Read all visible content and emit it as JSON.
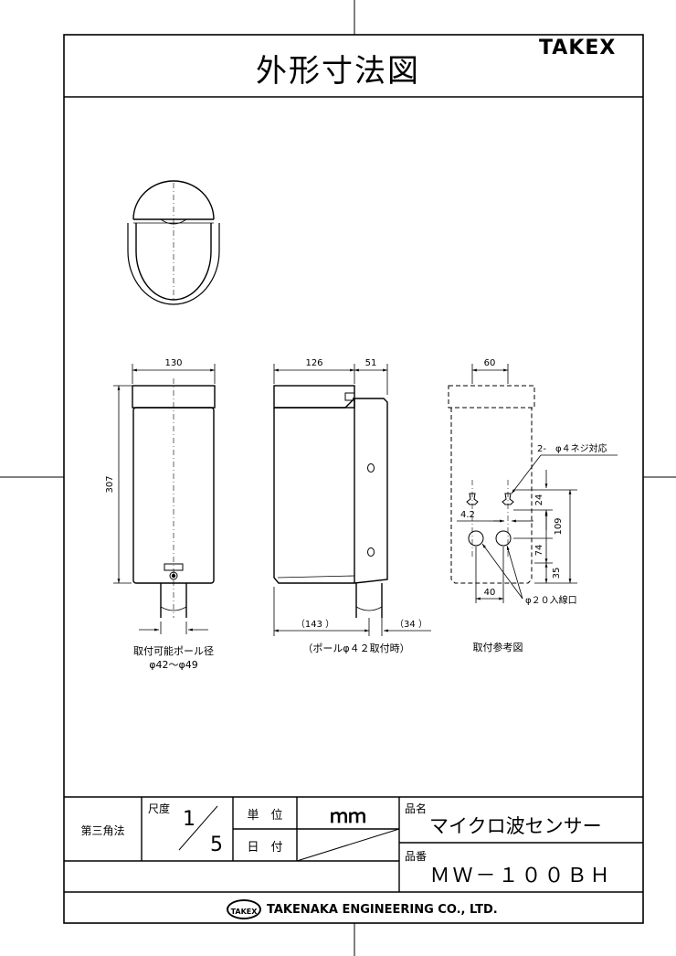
{
  "header": {
    "title": "外形寸法図",
    "brand": "TAKEX"
  },
  "drawing": {
    "front": {
      "width_dim": "130",
      "height_dim": "307",
      "pole_note_1": "取付可能ポール径",
      "pole_note_2": "φ42～φ49"
    },
    "side": {
      "width_dim": "126",
      "depth_dim": "51",
      "bottom_left_dim": "（143 ）",
      "bottom_right_dim": "（34 ）",
      "note": "（ポールφ４２取付時）"
    },
    "back": {
      "width_dim": "60",
      "screw_note": "2-　φ４ネジ対応",
      "offset_dim": "4.2",
      "dim_24": "24",
      "dim_109": "109",
      "dim_74": "74",
      "dim_35": "35",
      "dim_40": "40",
      "inlet_note": "φ２０入線口",
      "caption": "取付参考図"
    }
  },
  "title_block": {
    "projection": "第三角法",
    "scale_label": "尺度",
    "scale_num": "1",
    "scale_den": "5",
    "unit_label": "単　位",
    "unit_value": "ｍｍ",
    "date_label": "日　付",
    "product_name_label": "品名",
    "product_name": "マイクロ波センサー",
    "product_code_label": "品番",
    "product_code": "ＭＷ－１００ＢＨ",
    "logo_text": "TAKEX",
    "company": "TAKENAKA ENGINEERING CO., LTD."
  }
}
